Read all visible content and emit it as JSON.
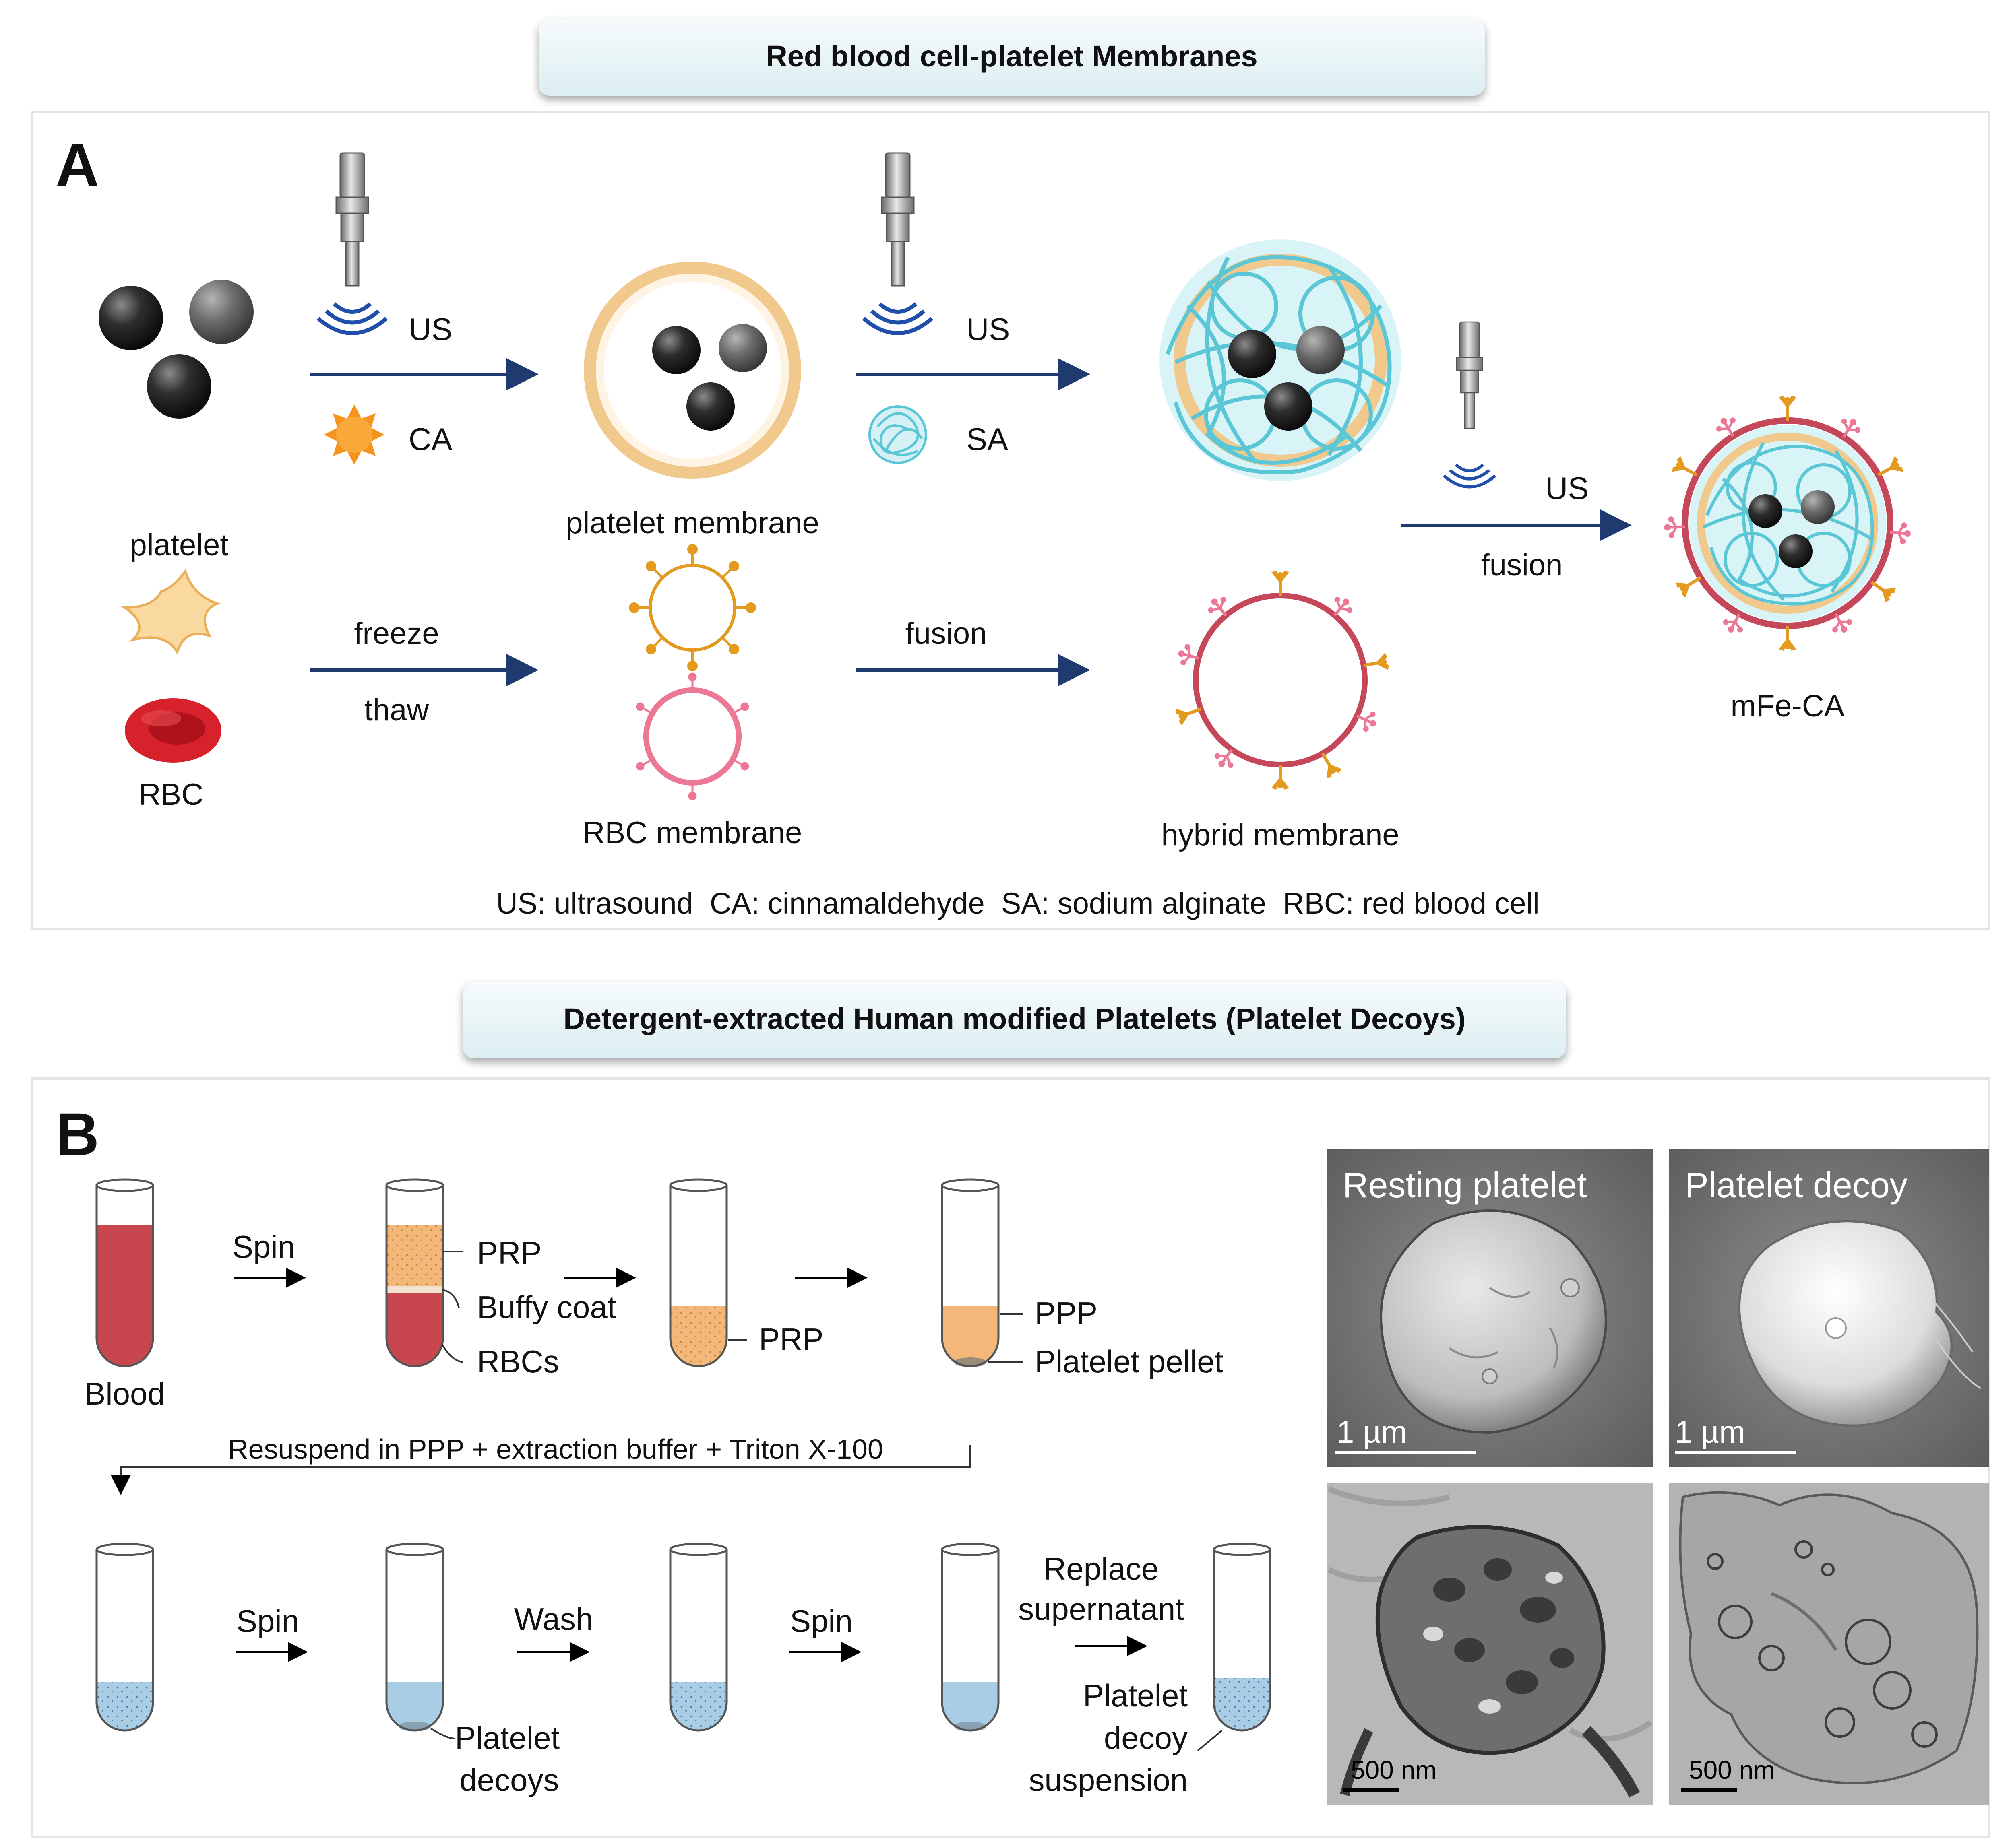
{
  "panelA": {
    "header": "Red blood cell-platelet Membranes",
    "letter": "A",
    "labels": {
      "us1": "US",
      "ca": "CA",
      "us2": "US",
      "sa": "SA",
      "us3": "US",
      "platelet": "platelet",
      "rbc": "RBC",
      "platelet_membrane": "platelet membrane",
      "freeze": "freeze",
      "thaw": "thaw",
      "fusion1": "fusion",
      "rbc_membrane": "RBC membrane",
      "hybrid_membrane": "hybrid membrane",
      "fusion2": "fusion",
      "mfe_ca": "mFe-CA"
    },
    "legend": "US: ultrasound  CA: cinnamaldehyde  SA: sodium alginate  RBC: red blood cell"
  },
  "panelB": {
    "header": "Detergent-extracted Human modified Platelets (Platelet Decoys)",
    "letter": "B",
    "labels": {
      "spin1": "Spin",
      "blood": "Blood",
      "prp1": "PRP",
      "buffy": "Buffy coat",
      "rbcs": "RBCs",
      "prp2": "PRP",
      "ppp": "PPP",
      "pellet": "Platelet pellet",
      "resuspend": "Resuspend in PPP + extraction buffer + Triton X-100",
      "spin2": "Spin",
      "wash": "Wash",
      "spin3": "Spin",
      "pd1": "Platelet",
      "pd2": "decoys",
      "replace1": "Replace",
      "replace2": "supernatant",
      "pds1": "Platelet",
      "pds2": "decoy",
      "pds3": "suspension"
    },
    "micrographs": {
      "resting_title": "Resting platelet",
      "decoy_title": "Platelet decoy",
      "scale_1um": "1 µm",
      "scale_500nm": "500 nm"
    }
  },
  "colors": {
    "arrow": "#1f3a6e",
    "blood": "#c8474f",
    "plasma": "#f3b77a",
    "blue_fluid": "#aacde6",
    "rbc": "#d7222b",
    "platelet_fill": "#fad9a1",
    "membrane_orange": "#f2c98d",
    "alginate": "#5bc7d6",
    "protein_orange": "#e39a1e",
    "protein_pink": "#ec7896",
    "hybrid_ring": "#c5475a"
  }
}
